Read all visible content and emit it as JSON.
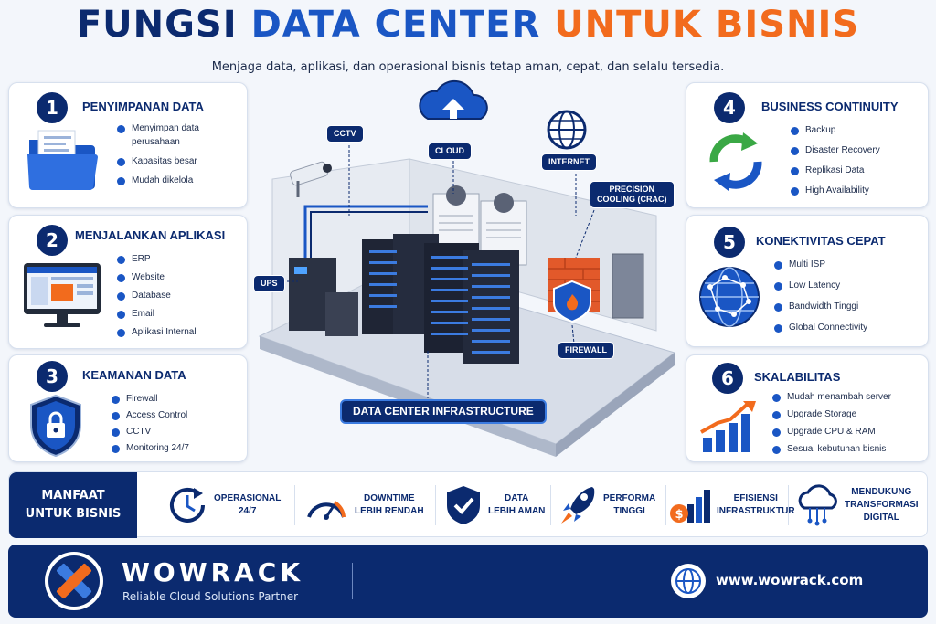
{
  "header": {
    "title_part1": "FUNGSI",
    "title_part2": "DATA CENTER",
    "title_part3": "UNTUK BISNIS",
    "subtitle": "Menjaga data, aplikasi, dan operasional bisnis tetap aman, cepat, dan selalu tersedia."
  },
  "left_cards": [
    {
      "num": "1",
      "title": "PENYIMPANAN DATA",
      "icon": "folder-icon",
      "items": [
        "Menyimpan data",
        "perusahaan",
        "Kapasitas besar",
        "Mudah dikelola"
      ]
    },
    {
      "num": "2",
      "title": "MENJALANKAN APLIKASI",
      "icon": "monitor-icon",
      "items": [
        "ERP",
        "Website",
        "Database",
        "Email",
        "Aplikasi Internal"
      ]
    },
    {
      "num": "3",
      "title": "KEAMANAN DATA",
      "icon": "shield-lock-icon",
      "items": [
        "Firewall",
        "Access Control",
        "CCTV",
        "Monitoring 24/7"
      ]
    }
  ],
  "right_cards": [
    {
      "num": "4",
      "title": "BUSINESS CONTINUITY",
      "icon": "recycle-arrows-icon",
      "items": [
        "Backup",
        "Disaster Recovery",
        "Replikasi Data",
        "High Availability"
      ]
    },
    {
      "num": "5",
      "title": "KONEKTIVITAS CEPAT",
      "icon": "globe-network-icon",
      "items": [
        "Multi ISP",
        "Low Latency",
        "Bandwidth Tinggi",
        "Global Connectivity"
      ]
    },
    {
      "num": "6",
      "title": "SKALABILITAS",
      "icon": "growth-chart-icon",
      "items": [
        "Mudah menambah server",
        "Upgrade Storage",
        "Upgrade CPU & RAM",
        "Sesuai kebutuhan bisnis"
      ]
    }
  ],
  "diagram": {
    "cctv": "CCTV",
    "cloud": "CLOUD",
    "internet": "INTERNET",
    "cooling_line1": "PRECISION",
    "cooling_line2": "COOLING (CRAC)",
    "ups": "UPS",
    "firewall": "FIREWALL",
    "infrastructure": "DATA CENTER INFRASTRUCTURE"
  },
  "benefits": {
    "head_line1": "MANFAAT",
    "head_line2": "UNTUK BISNIS",
    "items": [
      {
        "line1": "OPERASIONAL",
        "line2": "24/7",
        "icon": "clock-icon"
      },
      {
        "line1": "DOWNTIME",
        "line2": "LEBIH RENDAH",
        "icon": "speedometer-icon"
      },
      {
        "line1": "DATA",
        "line2": "LEBIH AMAN",
        "icon": "shield-check-icon"
      },
      {
        "line1": "PERFORMA",
        "line2": "TINGGI",
        "icon": "rocket-icon"
      },
      {
        "line1": "EFISIENSI",
        "line2": "INFRASTRUKTUR",
        "icon": "coin-bars-icon"
      },
      {
        "line1": "MENDUKUNG",
        "line2": "TRANSFORMASI",
        "line3": "DIGITAL",
        "icon": "cloud-circuit-icon"
      }
    ]
  },
  "footer": {
    "brand": "WOWRACK",
    "tagline": "Reliable Cloud Solutions Partner",
    "website": "www.wowrack.com"
  },
  "colors": {
    "navy": "#0b2a6f",
    "blue": "#1a56c4",
    "orange": "#f26b1d",
    "green": "#3aa845"
  }
}
